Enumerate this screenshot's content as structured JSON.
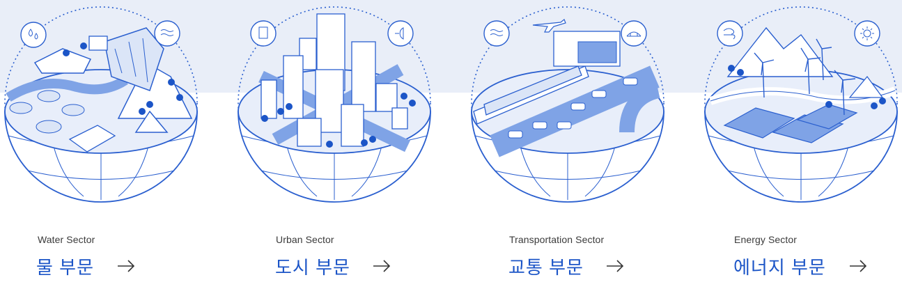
{
  "colors": {
    "band": "#e9eef8",
    "accent": "#1c55c7",
    "line": "#2a5fcf",
    "light": "#dbe5f7",
    "mid": "#7fa3e6"
  },
  "sectors": [
    {
      "en": "Water Sector",
      "ko": "물 부문",
      "icons": [
        "water-drop-icon",
        "waves-icon"
      ]
    },
    {
      "en": "Urban Sector",
      "ko": "도시 부문",
      "icons": [
        "building-icon",
        "satellite-dish-icon"
      ]
    },
    {
      "en": "Transportation Sector",
      "ko": "교통 부문",
      "icons": [
        "waves-icon",
        "bridge-icon"
      ]
    },
    {
      "en": "Energy Sector",
      "ko": "에너지 부문",
      "icons": [
        "wind-icon",
        "sun-icon"
      ]
    }
  ],
  "arrow_icon": "arrow-right-icon"
}
